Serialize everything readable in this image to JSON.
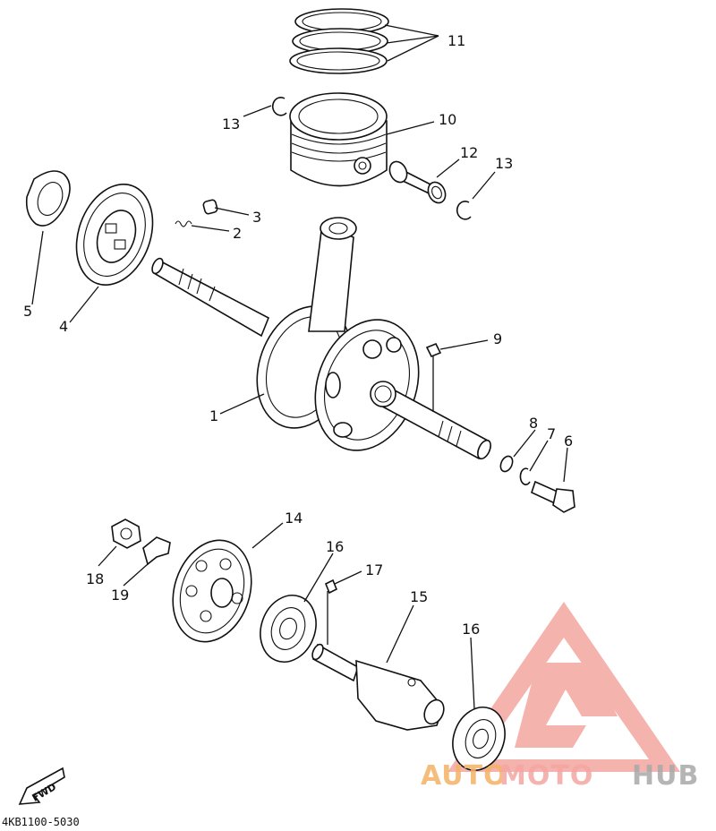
{
  "diagram": {
    "callouts": [
      "1",
      "2",
      "3",
      "4",
      "5",
      "6",
      "7",
      "8",
      "9",
      "10",
      "11",
      "12",
      "13",
      "13",
      "14",
      "15",
      "16",
      "16",
      "17",
      "18",
      "19"
    ],
    "fwd_label": "FWD",
    "drawing_code": "4KB1100-5030"
  },
  "watermark": {
    "part1": "AUTO",
    "part2": "MOTO",
    "part3": "HUB",
    "colors": {
      "auto": "#f4b266",
      "moto": "#f4a6a3",
      "hub": "#a9a9a9",
      "triangle": "#f08a84"
    }
  }
}
